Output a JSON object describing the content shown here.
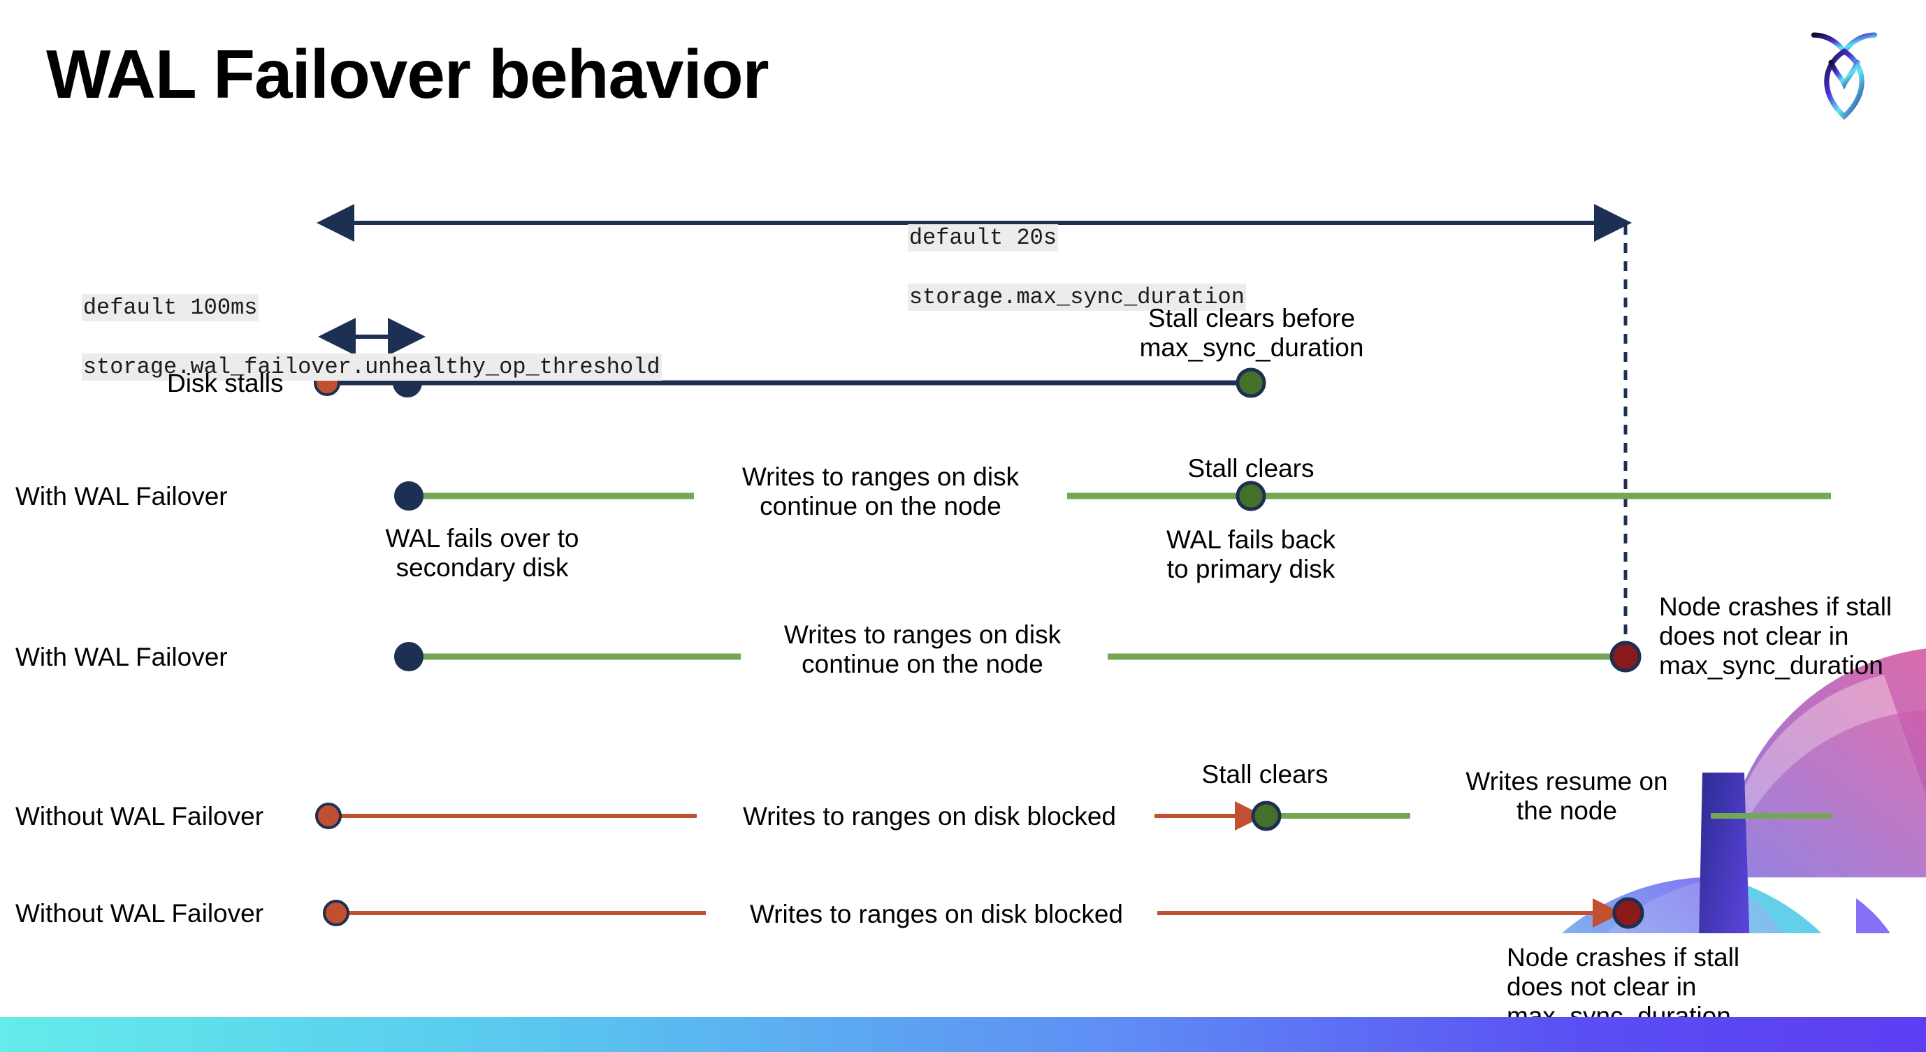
{
  "slide": {
    "title": "WAL Failover behavior",
    "logo_name": "cockroachdb-logo"
  },
  "annotations": {
    "max_sync": {
      "line1": "default 20s",
      "line2": "storage.max_sync_duration"
    },
    "unhealthy_threshold": {
      "line1": "default 100ms",
      "line2": "storage.wal_failover.unhealthy_op_threshold"
    }
  },
  "rows": [
    {
      "id": "disk-stalls",
      "label": "Disk stalls",
      "note_above": "Stall clears before\nmax_sync_duration"
    },
    {
      "id": "with-wal-failover-clears",
      "label": "With WAL Failover",
      "note_mid": "Writes to ranges on disk\ncontinue on the node",
      "note_below_start": "WAL fails over to\nsecondary disk",
      "note_above_end": "Stall clears",
      "note_below_end": "WAL fails  back\nto primary disk"
    },
    {
      "id": "with-wal-failover-crash",
      "label": "With WAL Failover",
      "note_mid": "Writes to ranges on disk\ncontinue on the node",
      "note_right": "Node crashes if stall\ndoes not clear in\nmax_sync_duration"
    },
    {
      "id": "without-wal-failover-clears",
      "label": "Without WAL Failover",
      "note_mid": "Writes to ranges on disk  blocked",
      "note_above_end": "Stall clears",
      "note_right": "Writes resume on\nthe node"
    },
    {
      "id": "without-wal-failover-crash",
      "label": "Without WAL Failover",
      "note_mid": "Writes to ranges on disk  blocked",
      "note_right": "Node crashes if stall\ndoes not clear in\nmax_sync_duration"
    }
  ],
  "colors": {
    "navy": "#1d2f52",
    "green_line": "#74a754",
    "green_dot": "#45702a",
    "orange": "#c0502f",
    "dark_red": "#8b1a1a",
    "code_bg": "#ececec",
    "bar_start": "#63ecea",
    "bar_end": "#5d3df2"
  }
}
